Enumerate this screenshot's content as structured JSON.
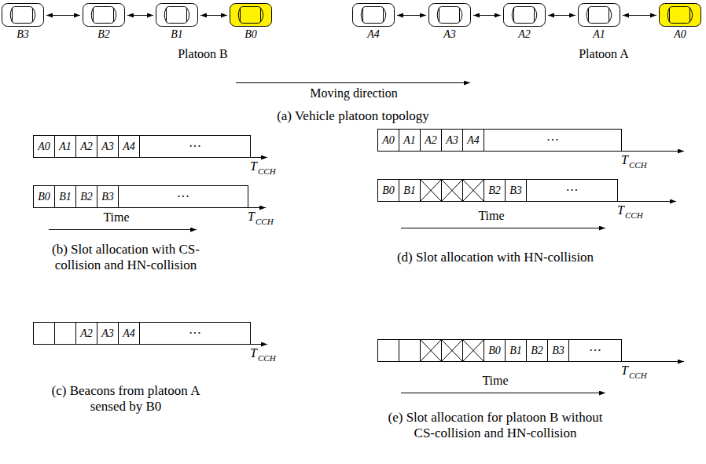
{
  "diagram": {
    "nodes": [
      {
        "text": [
          "B3"
        ]
      },
      {
        "text": [
          "B2"
        ]
      },
      {
        "text": [
          "B1"
        ]
      },
      {
        "text": [
          "B0"
        ]
      },
      {
        "text": [
          "A4"
        ]
      },
      {
        "text": [
          "A3"
        ]
      },
      {
        "text": [
          "A2"
        ]
      },
      {
        "text": [
          "A1"
        ]
      },
      {
        "text": [
          "A0"
        ]
      },
      {
        "text": [
          "A0"
        ]
      },
      {
        "text": [
          "A1"
        ]
      },
      {
        "text": [
          "A2"
        ]
      },
      {
        "text": [
          "A3"
        ]
      },
      {
        "text": [
          "A4"
        ]
      },
      {
        "text": [
          "···"
        ]
      },
      {
        "text": [
          "B0"
        ]
      },
      {
        "text": [
          "B1"
        ]
      },
      {
        "text": [
          "B2"
        ]
      },
      {
        "text": [
          "B3"
        ]
      },
      {
        "text": [
          "···"
        ]
      },
      {
        "text": [
          "A2"
        ]
      },
      {
        "text": [
          "A3"
        ]
      },
      {
        "text": [
          "A4"
        ]
      },
      {
        "text": [
          "···"
        ]
      },
      {
        "text": [
          "A0"
        ]
      },
      {
        "text": [
          "A1"
        ]
      },
      {
        "text": [
          "A2"
        ]
      },
      {
        "text": [
          "A3"
        ]
      },
      {
        "text": [
          "A4"
        ]
      },
      {
        "text": [
          "···"
        ]
      },
      {
        "text": [
          "B0"
        ]
      },
      {
        "text": [
          "B1"
        ]
      },
      {
        "text": [
          "B2"
        ]
      },
      {
        "text": [
          "B3"
        ]
      },
      {
        "text": [
          "···"
        ]
      },
      {
        "text": [
          "B0"
        ]
      },
      {
        "text": [
          "B1"
        ]
      },
      {
        "text": [
          "B2"
        ]
      },
      {
        "text": [
          "B3"
        ]
      },
      {
        "text": [
          "···"
        ]
      }
    ],
    "edges": [
      {
        "from": 0,
        "to": 1,
        "arrow": "both"
      },
      {
        "from": 1,
        "to": 2,
        "arrow": "both"
      },
      {
        "from": 2,
        "to": 3,
        "arrow": "both"
      },
      {
        "from": 4,
        "to": 5,
        "arrow": "both"
      },
      {
        "from": 5,
        "to": 6,
        "arrow": "both"
      },
      {
        "from": 6,
        "to": 7,
        "arrow": "both"
      },
      {
        "from": 7,
        "to": 8,
        "arrow": "both"
      }
    ],
    "labels": [
      "Platoon B",
      "Platoon A",
      "Moving direction",
      "(a) Vehicle platoon topology",
      "T",
      "CCH",
      "T",
      "CCH",
      "Time",
      "(b) Slot allocation with CS-collision and HN-collision",
      "T",
      "CCH",
      "(c) Beacons from platoon A sensed by B0",
      "T",
      "CCH",
      "T",
      "CCH",
      "Time",
      "(d) Slot allocation with HN-collision",
      "T",
      "CCH",
      "Time",
      "(e) Slot allocation for platoon B without CS-collision and HN-collision"
    ]
  }
}
